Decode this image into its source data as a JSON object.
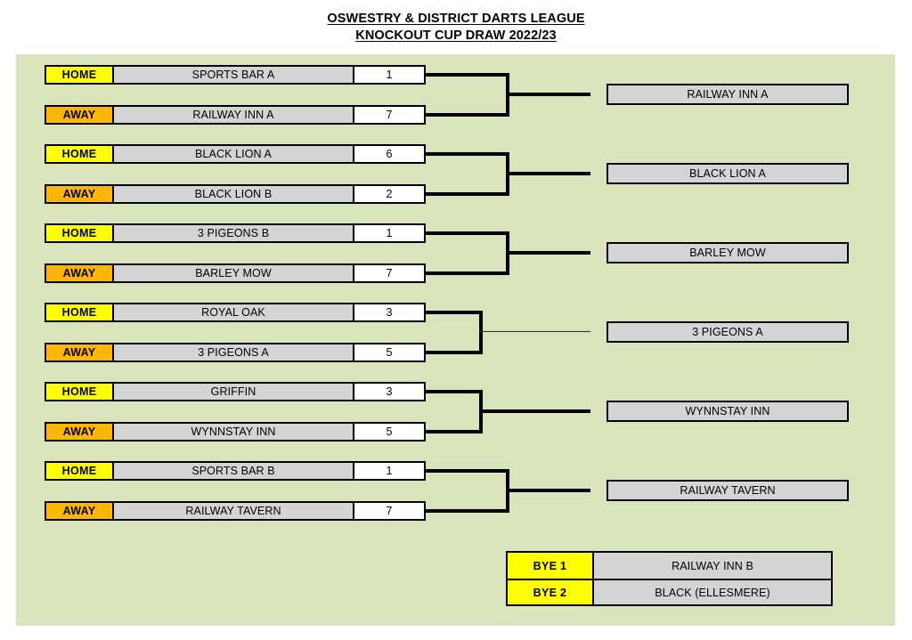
{
  "title": {
    "line1": "OSWESTRY & DISTRICT DARTS LEAGUE",
    "line2": "KNOCKOUT CUP DRAW 2022/23"
  },
  "labels": {
    "home": "HOME",
    "away": "AWAY"
  },
  "colors": {
    "board_background": "#d9e4bd",
    "home_label": "#ffff00",
    "away_label": "#ffb600",
    "team_cell": "#d4d4d4",
    "score_cell": "#ffffff",
    "bye_label": "#ffff00",
    "line": "#000000"
  },
  "matches": [
    {
      "home_label": "HOME",
      "home_team": "SPORTS BAR A",
      "home_score": "1",
      "away_label": "AWAY",
      "away_team": "RAILWAY INN A",
      "away_score": "7",
      "winner": "RAILWAY INN A"
    },
    {
      "home_label": "HOME",
      "home_team": "BLACK LION A",
      "home_score": "6",
      "away_label": "AWAY",
      "away_team": "BLACK LION B",
      "away_score": "2",
      "winner": "BLACK LION A"
    },
    {
      "home_label": "HOME",
      "home_team": "3 PIGEONS B",
      "home_score": "1",
      "away_label": "AWAY",
      "away_team": "BARLEY MOW",
      "away_score": "7",
      "winner": "BARLEY MOW"
    },
    {
      "home_label": "HOME",
      "home_team": "ROYAL OAK",
      "home_score": "3",
      "away_label": "AWAY",
      "away_team": "3 PIGEONS A",
      "away_score": "5",
      "winner": "3 PIGEONS A"
    },
    {
      "home_label": "HOME",
      "home_team": "GRIFFIN",
      "home_score": "3",
      "away_label": "AWAY",
      "away_team": "WYNNSTAY INN",
      "away_score": "5",
      "winner": "WYNNSTAY INN"
    },
    {
      "home_label": "HOME",
      "home_team": "SPORTS BAR B",
      "home_score": "1",
      "away_label": "AWAY",
      "away_team": "RAILWAY TAVERN",
      "away_score": "7",
      "winner": "RAILWAY TAVERN"
    }
  ],
  "byes": [
    {
      "label": "BYE 1",
      "team": "RAILWAY INN B"
    },
    {
      "label": "BYE 2",
      "team": "BLACK (ELLESMERE)"
    }
  ]
}
